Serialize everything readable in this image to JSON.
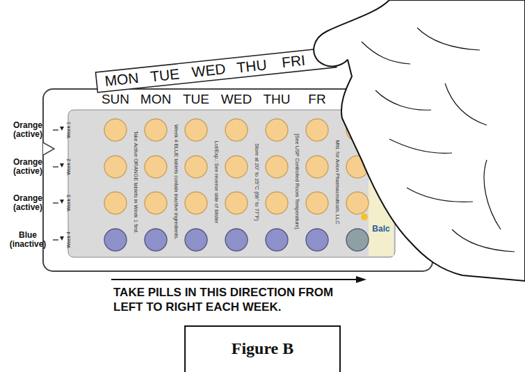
{
  "diagram": {
    "nodes": [
      {
        "text": [
          "Figure B"
        ]
      }
    ],
    "labels": [
      "MON",
      "TUE",
      "WED",
      "THU",
      "FRI",
      "SUN",
      "MON",
      "TUE",
      "WED",
      "THU",
      "FR",
      "Orange (active)",
      "Orange (active)",
      "Orange (active)",
      "Blue (inactive)",
      "Week 1",
      "Week 2",
      "Week 3",
      "Week 4",
      "Take Active ORANGE tablets in Week 1 first.",
      "Week 4 BLUE tablets contain inactive ingredients.",
      "Lot/Exp.: See reverse side of blister",
      "Store at 20° to 25°C (68° to 77°F)",
      "[See USP Controlled Room Temperature].",
      "Mfd. for Avion Pharmaceuticals, LLC",
      "Balc",
      "TAKE PILLS IN THIS DIRECTION FROM LEFT TO RIGHT EACH WEEK."
    ]
  }
}
